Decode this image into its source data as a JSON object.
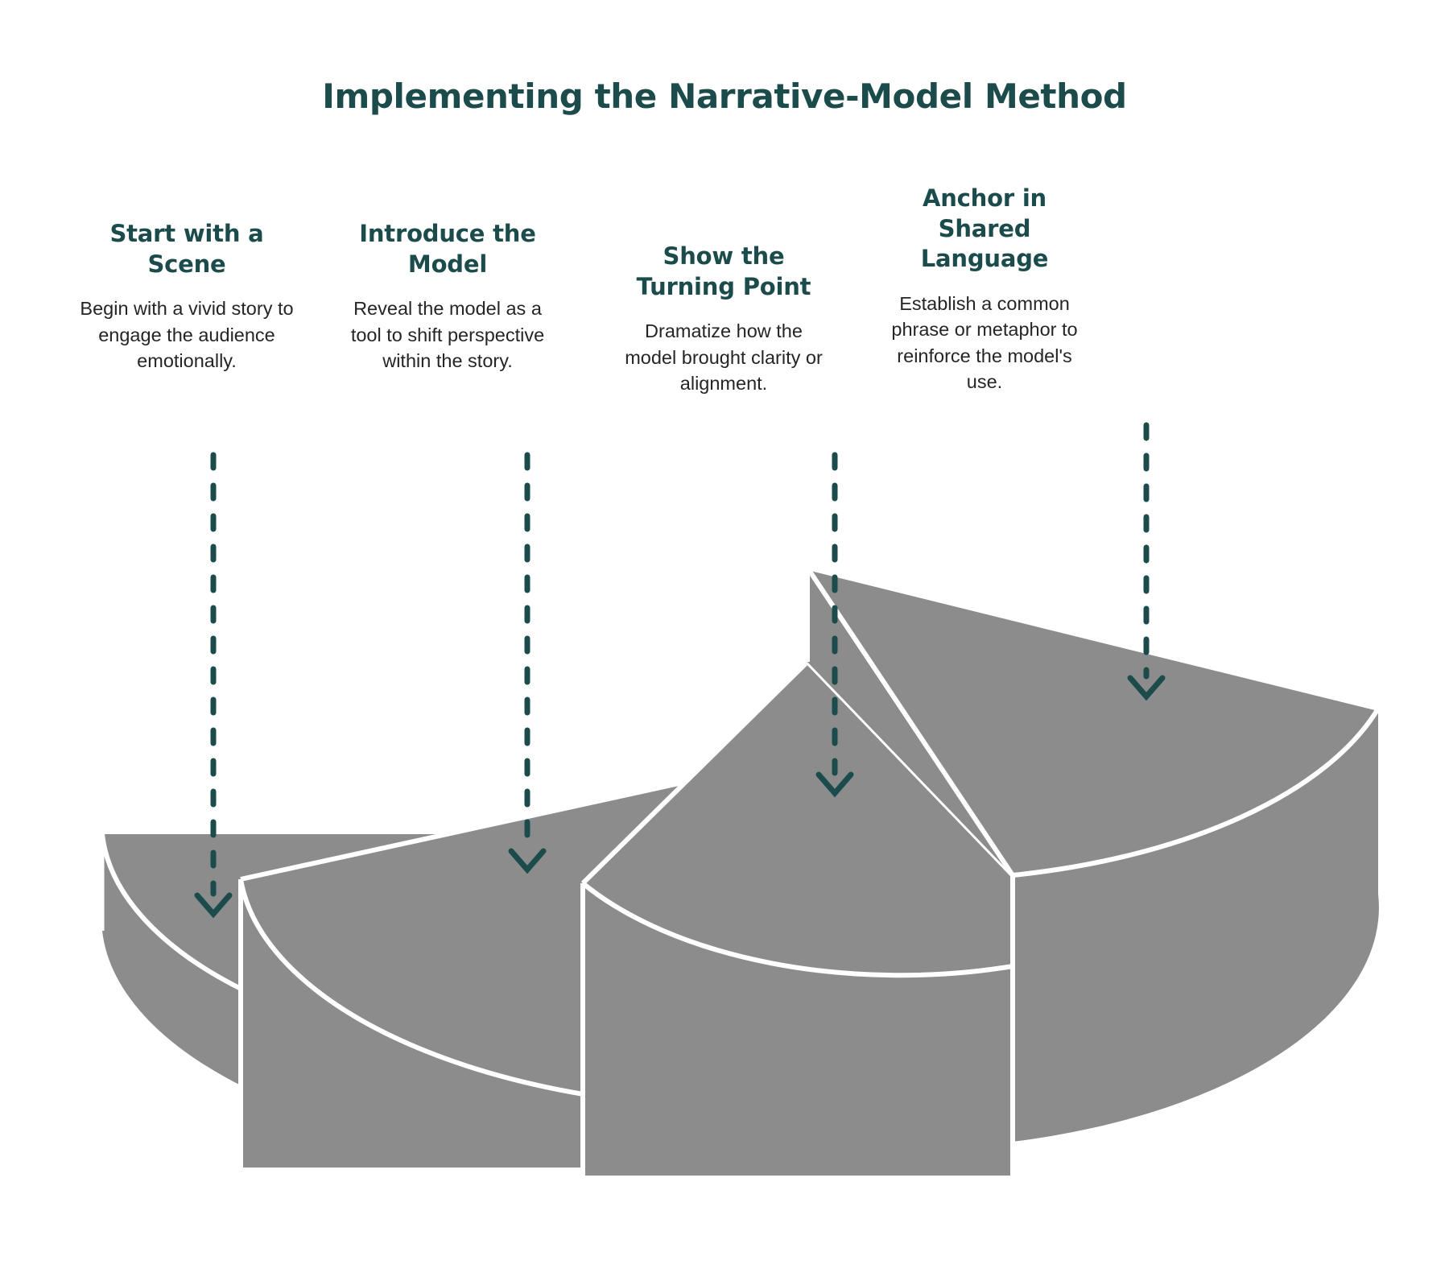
{
  "title": "Implementing the Narrative-Model Method",
  "colors": {
    "heading": "#1b4b4b",
    "body_text": "#252525",
    "connector": "#1b4b4b",
    "wedge_fill": "#8c8c8c",
    "wedge_outline": "#ffffff",
    "background": "#ffffff"
  },
  "steps": [
    {
      "heading": "Start with a Scene",
      "body": "Begin with a vivid story to engage the audience emotionally.",
      "connector": "dashed-arrow-down"
    },
    {
      "heading": "Introduce the Model",
      "body": "Reveal the model as a tool to shift perspective within the story.",
      "connector": "dashed-arrow-down"
    },
    {
      "heading": "Show the Turning Point",
      "body": "Dramatize how the model brought clarity or alignment.",
      "connector": "dashed-arrow-down"
    },
    {
      "heading": "Anchor in Shared Language",
      "body": "Establish a common phrase or metaphor to reinforce the model's use.",
      "connector": "dashed-arrow-down"
    }
  ],
  "chart_data": {
    "type": "pie",
    "title": "Implementing the Narrative-Model Method",
    "subtype": "3d-stepped-pie",
    "categories": [
      "Start with a Scene",
      "Introduce the Model",
      "Show the Turning Point",
      "Anchor in Shared Language"
    ],
    "values": [
      25,
      25,
      25,
      25
    ],
    "slice_heights": [
      1,
      2,
      3,
      4
    ],
    "slice_height_label": "relative 3D extrusion height (step order)",
    "colors": [
      "#8c8c8c",
      "#8c8c8c",
      "#8c8c8c",
      "#8c8c8c"
    ],
    "outline_color": "#ffffff",
    "legend": "none",
    "grid": false,
    "xlabel": "",
    "ylabel": ""
  }
}
